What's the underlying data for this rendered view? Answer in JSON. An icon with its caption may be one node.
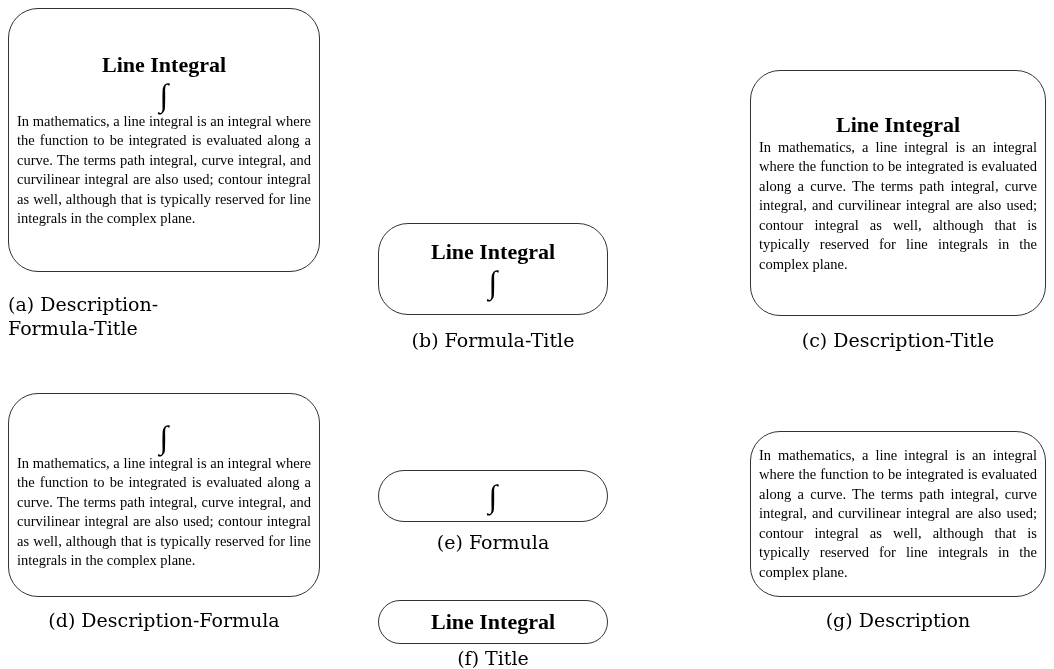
{
  "diagram": {
    "nodes": [
      {
        "text": [
          "Line Integral",
          "∫",
          "In mathematics, a line integral is an integral where the function to be integrated is evaluated along a curve. The terms path integral, curve integral, and curvilinear integral are also used; contour integral as well, although that is typically reserved for line integrals in the complex plane."
        ],
        "beside": [
          "(a) Description-Formula-Title"
        ]
      },
      {
        "text": [
          "Line Integral",
          "∫"
        ],
        "beside": [
          "(b) Formula-Title"
        ]
      },
      {
        "text": [
          "Line Integral",
          "In mathematics, a line integral is an integral where the function to be integrated is evaluated along a curve. The terms path integral, curve integral, and curvilinear integral are also used; contour integral as well, although that is typically reserved for line integrals in the complex plane."
        ],
        "beside": [
          "(c) Description-Title"
        ]
      },
      {
        "text": [
          "∫",
          "In mathematics, a line integral is an integral where the function to be integrated is evaluated along a curve. The terms path integral, curve integral, and curvilinear integral are also used; contour integral as well, although that is typically reserved for line integrals in the complex plane."
        ],
        "beside": [
          "(d) Description-Formula"
        ]
      },
      {
        "text": [
          "∫"
        ],
        "beside": [
          "(e) Formula"
        ]
      },
      {
        "text": [
          "Line Integral"
        ],
        "beside": [
          "(f) Title"
        ]
      },
      {
        "text": [
          "In mathematics, a line integral is an integral where the function to be integrated is evaluated along a curve. The terms path integral, curve integral, and curvilinear integral are also used; contour integral as well, although that is typically reserved for line integrals in the complex plane."
        ],
        "beside": [
          "(g) Description"
        ]
      }
    ]
  }
}
